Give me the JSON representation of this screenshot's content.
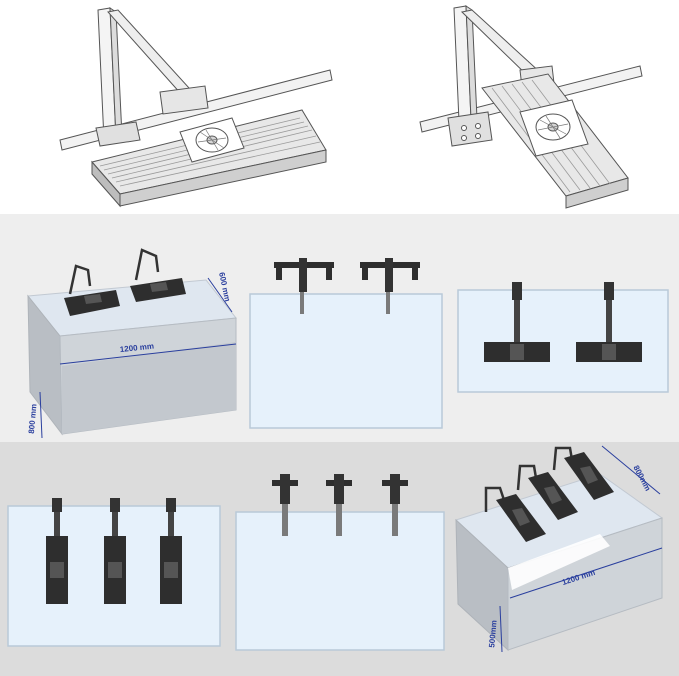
{
  "panels": {
    "top_view": {
      "width": "1200 mm",
      "depth": "600 mm",
      "height": "800 mm"
    },
    "bottom_view": {
      "width": "1200 mm",
      "depth": "800mm",
      "height": "500mm"
    }
  },
  "colors": {
    "fixture": "#2e2e2e",
    "glass": "#e6f1fb",
    "glass_border": "#b9c9d8",
    "dimension": "#2a3f9e"
  }
}
